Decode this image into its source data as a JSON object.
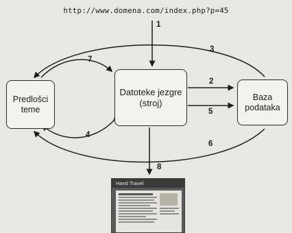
{
  "url": "http://www.domena.com/index.php?p=45",
  "boxes": {
    "templates": {
      "line1": "Predlošci",
      "line2": "teme"
    },
    "core": {
      "line1": "Datoteke jezgre",
      "line2": "(stroj)"
    },
    "database": {
      "line1": "Baza",
      "line2": "podataka"
    }
  },
  "arrow_labels": {
    "a1": "1",
    "a2": "2",
    "a3": "3",
    "a4": "4",
    "a5": "5",
    "a6": "6",
    "a7": "7",
    "a8": "8"
  },
  "thumbnail": {
    "title": "Hand Travel"
  }
}
